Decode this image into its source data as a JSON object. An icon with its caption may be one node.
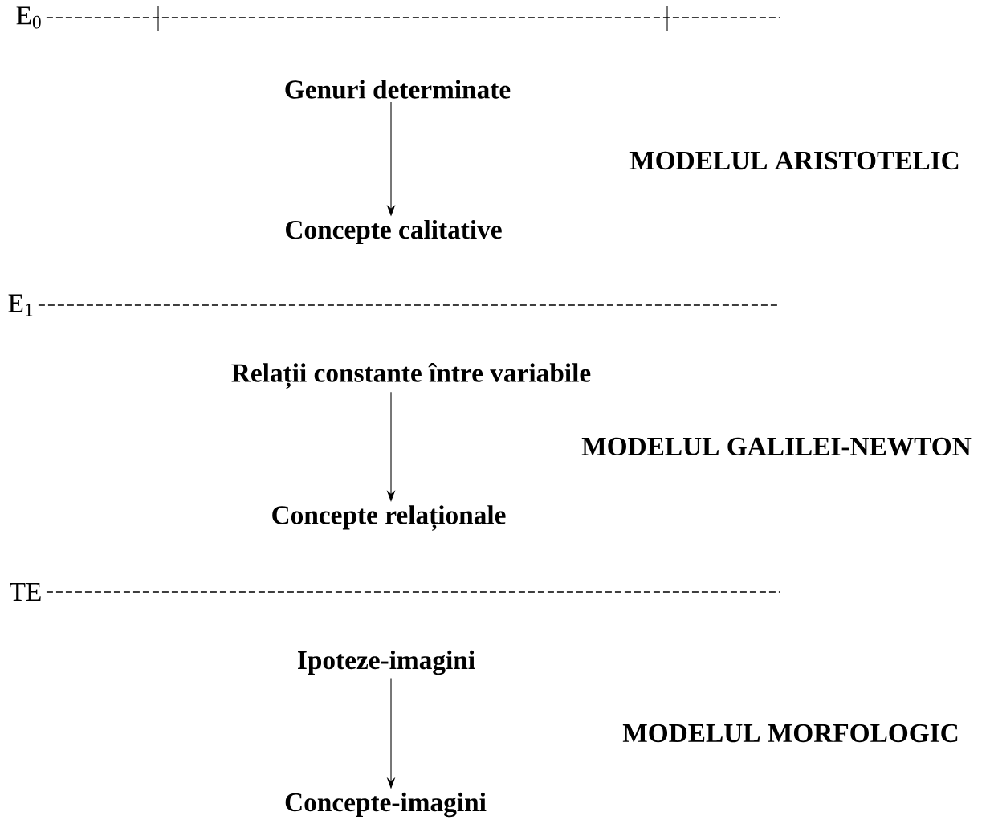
{
  "diagram": {
    "nodes": [
      {
        "text": [
          "Genuri determinate"
        ]
      },
      {
        "text": [
          "Concepte calitative"
        ]
      },
      {
        "text": [
          "Relații constante între variabile"
        ]
      },
      {
        "text": [
          "Concepte relaționale"
        ]
      },
      {
        "text": [
          "Ipoteze-imagini"
        ]
      },
      {
        "text": [
          "Concepte-imagini"
        ]
      }
    ],
    "edges": [
      {
        "from": 0,
        "to": 1,
        "arrow": "to"
      },
      {
        "from": 2,
        "to": 3,
        "arrow": "to"
      },
      {
        "from": 4,
        "to": 5,
        "arrow": "to"
      }
    ],
    "labels": [
      "E$_{0}$",
      "MODELUL ARISTOTELIC",
      "E$_{1}$",
      "MODELUL GALILEI-NEWTON",
      "TE",
      "MODELUL MORFOLOGIC"
    ]
  }
}
